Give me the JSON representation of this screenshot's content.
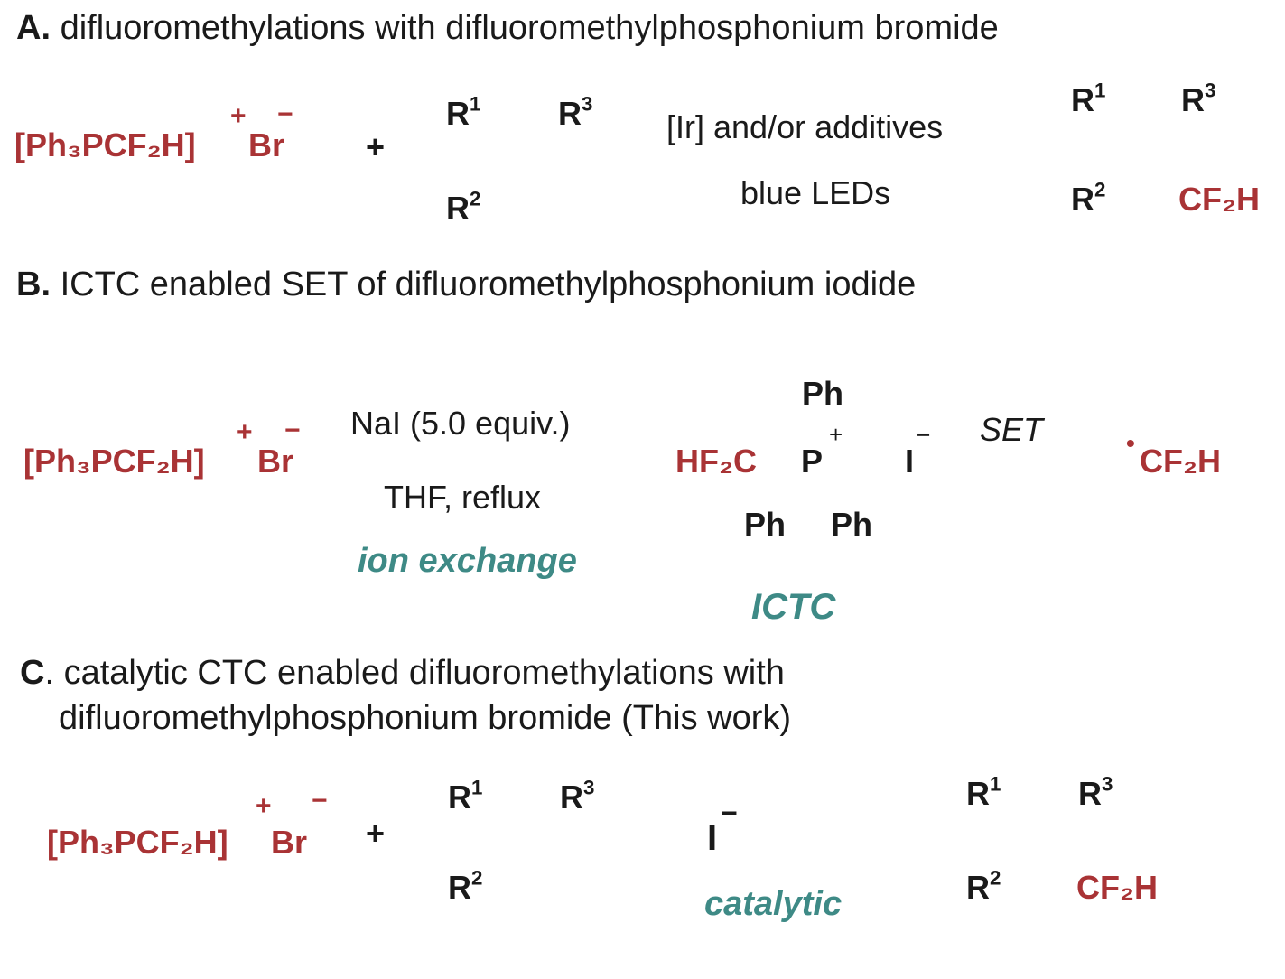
{
  "panel_a": {
    "letter": "A.",
    "title": "difluoromethylations with difluoromethylphosphonium bromide",
    "reagent": "[Ph₃PCF₂H]",
    "counterion": "Br",
    "plus_cation": "+",
    "minus_anion": "−",
    "plus": "+",
    "cond_top": "[Ir] and/or additives",
    "cond_bottom": "blue LEDs",
    "product_group": "CF₂H"
  },
  "panel_b": {
    "letter": "B.",
    "title": "ICTC enabled SET of difluoromethylphosphonium iodide",
    "reagent": "[Ph₃PCF₂H]",
    "counterion": "Br",
    "plus_cation": "+",
    "minus_anion": "−",
    "cond_top": "NaI (5.0 equiv.)",
    "cond_bottom": "THF, reflux",
    "note": "ion exchange",
    "complex_group": "HF₂C",
    "complex_p": "P",
    "complex_ph_top": "Ph",
    "complex_ph_left": "Ph",
    "complex_ph_right": "Ph",
    "complex_iodide": "I",
    "complex_plus": "+",
    "complex_minus": "−",
    "complex_label": "ICTC",
    "set_label": "SET",
    "product_dot": "•",
    "product": "CF₂H"
  },
  "panel_c": {
    "letter": "C",
    "title_line1": ". catalytic CTC enabled difluoromethylations with",
    "title_line2": "difluoromethylphosphonium bromide (This work)",
    "reagent": "[Ph₃PCF₂H]",
    "counterion": "Br",
    "plus_cation": "+",
    "minus_anion": "−",
    "plus": "+",
    "catalyst": "I",
    "catalyst_charge": "−",
    "note": "catalytic",
    "product_group": "CF₂H"
  },
  "r_labels": {
    "r1": "R",
    "r1_sup": "1",
    "r2": "R",
    "r2_sup": "2",
    "r3": "R",
    "r3_sup": "3"
  },
  "colors": {
    "red": "#a93335",
    "teal": "#3e8a86",
    "bulb_blue": "#3d7fe0",
    "gray_frame": "#c8c8c8"
  }
}
